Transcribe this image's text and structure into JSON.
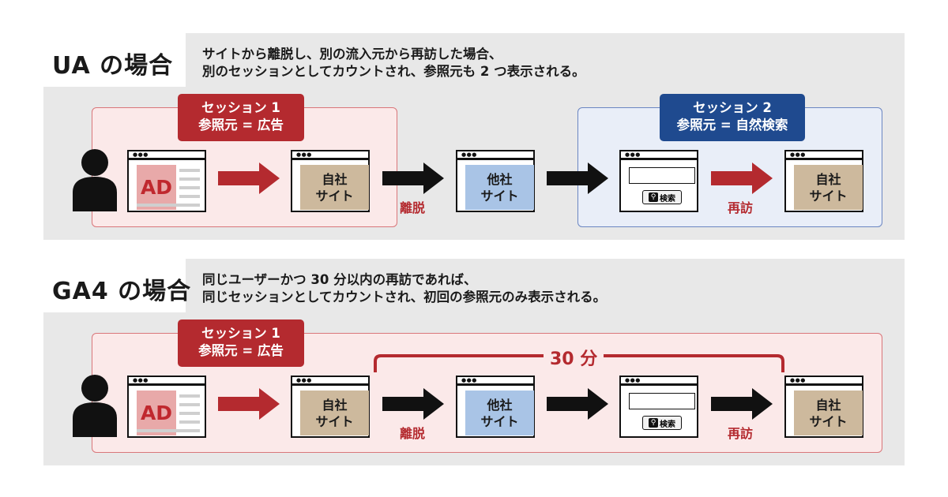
{
  "colors": {
    "red": "#b42a2f",
    "blue": "#1f4a8f",
    "tan": "#cdb99d",
    "light_blue": "#a9c4e6",
    "panel_gray": "#e8e8e8"
  },
  "ua": {
    "title": "UA の場合",
    "desc_line1": "サイトから離脱し、別の流入元から再訪した場合、",
    "desc_line2": "別のセッションとしてカウントされ、参照元も 2 つ表示される。",
    "session1": {
      "line1": "セッション 1",
      "line2": "参照元 = 広告"
    },
    "session2": {
      "line1": "セッション 2",
      "line2": "参照元 = 自然検索"
    },
    "ad_label": "AD",
    "own_site": "自社\nサイト",
    "other_site": "他社\nサイト",
    "search_button": "検索",
    "exit_label": "離脱",
    "revisit_label": "再訪"
  },
  "ga4": {
    "title": "GA4 の場合",
    "desc_line1": "同じユーザーかつ 30 分以内の再訪であれば、",
    "desc_line2": "同じセッションとしてカウントされ、初回の参照元のみ表示される。",
    "session1": {
      "line1": "セッション 1",
      "line2": "参照元 = 広告"
    },
    "window_label": "30 分",
    "ad_label": "AD",
    "own_site": "自社\nサイト",
    "other_site": "他社\nサイト",
    "search_button": "検索",
    "exit_label": "離脱",
    "revisit_label": "再訪"
  }
}
